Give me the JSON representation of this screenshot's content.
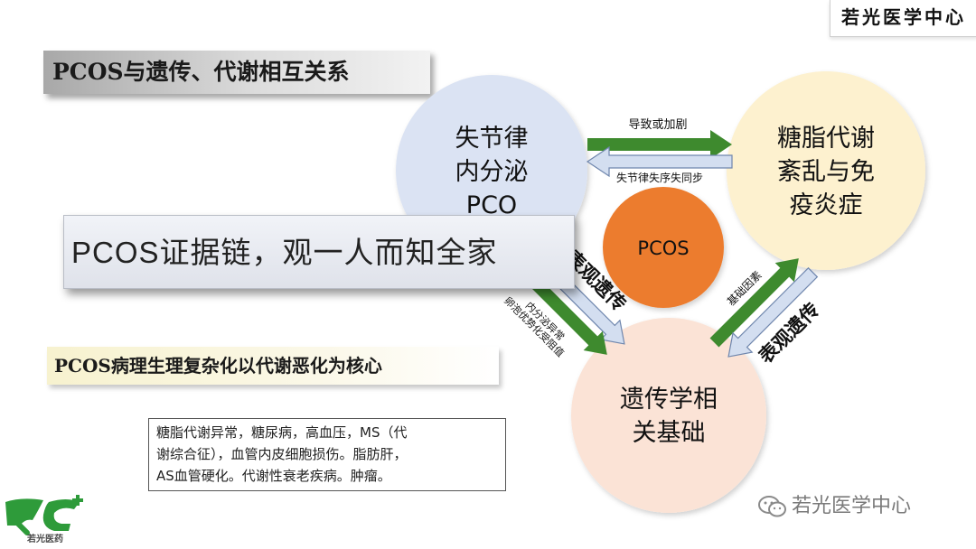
{
  "brand_tag": "若光医学中心",
  "title": "PCOS与遗传、代谢相互关系",
  "subtitle": "PCOS病理生理复杂化以代谢恶化为核心",
  "list_lines": [
    "糖脂代谢异常，糖尿病，高血压，MS（代",
    "谢综合征），血管内皮细胞损伤。脂肪肝，",
    "AS血管硬化。代谢性衰老疾病。肿瘤。"
  ],
  "overlay_caption": "PCOS证据链，观一人而知全家",
  "diagram": {
    "center": "PCOS",
    "node_top_left": [
      "失节律",
      "内分泌",
      "PCO"
    ],
    "node_top_right": [
      "糖脂代谢",
      "紊乱与免",
      "疫炎症"
    ],
    "node_bottom": [
      "遗传学相",
      "关基础"
    ],
    "arrow_top_forward": "导致或加剧",
    "arrow_top_backward": "失节律失序失同步",
    "arrow_left_outer": "表观遗传",
    "arrow_left_inner": [
      "内分泌异常",
      "卵泡优势化受阻值"
    ],
    "arrow_right_inner": "基础因素",
    "arrow_right_outer": "表观遗传"
  },
  "watermark": "若光医学中心",
  "logo_sub": "若光医药",
  "colors": {
    "node_blue": "#dbe3f3",
    "node_yellow": "#fdf1cf",
    "node_pink": "#fbe3d6",
    "center_orange": "#ec7b2d",
    "arrow_green": "#3e8a2e",
    "arrow_light": "#d3def0",
    "logo_green": "#2e9b3a"
  }
}
